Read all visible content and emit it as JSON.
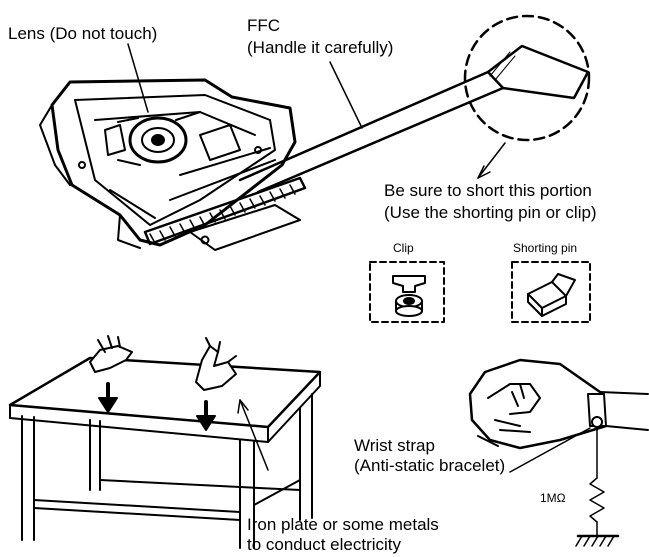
{
  "labels": {
    "lens": "Lens (Do not touch)",
    "ffc_title": "FFC",
    "ffc_note": "(Handle it carefully)",
    "short_line1": "Be sure to short this portion",
    "short_line2": "(Use the shorting pin or clip)",
    "clip": "Clip",
    "shorting_pin": "Shorting pin",
    "wrist_line1": "Wrist strap",
    "wrist_line2": "(Anti-static bracelet)",
    "resistor": "1MΩ",
    "iron_line1": "Iron plate or some metals",
    "iron_line2": "to conduct electricity"
  }
}
